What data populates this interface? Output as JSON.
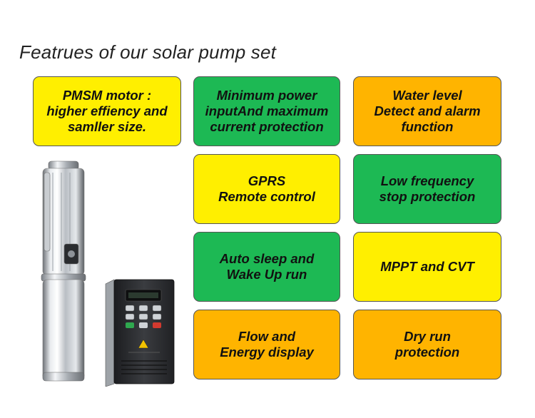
{
  "title": "Featrues of our solar pump set",
  "colors": {
    "yellow": "#ffef00",
    "green": "#1db954",
    "orange": "#ffb400"
  },
  "features": [
    {
      "text": "PMSM motor :\nhigher effiency and\nsamller size.",
      "color": "yellow"
    },
    {
      "text": "Minimum power\ninputAnd maximum\ncurrent protection",
      "color": "green"
    },
    {
      "text": "Water level\nDetect and alarm\nfunction",
      "color": "orange"
    },
    {
      "text": "GPRS\nRemote control",
      "color": "yellow"
    },
    {
      "text": "Low frequency\nstop protection",
      "color": "green"
    },
    {
      "text": "Auto sleep and\nWake Up run",
      "color": "green"
    },
    {
      "text": "MPPT and CVT",
      "color": "yellow"
    },
    {
      "text": "Flow and\nEnergy display",
      "color": "orange"
    },
    {
      "text": "Dry run\nprotection",
      "color": "orange"
    }
  ],
  "images": {
    "pump": "submersible-pump-image",
    "controller": "inverter-controller-image"
  }
}
